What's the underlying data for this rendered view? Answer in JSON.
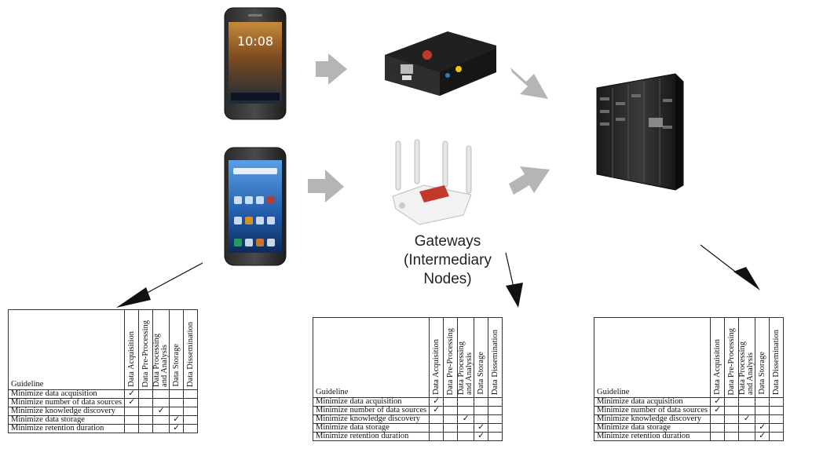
{
  "gateway_label": [
    "Gateways",
    "(Intermediary",
    "Nodes)"
  ],
  "check_mark": "✓",
  "tables": [
    {
      "id": "left",
      "corner": "Guideline",
      "columns": [
        "Data Acquisition",
        "Data Pre-Processing",
        "Data Processing\nand Analysis",
        "Data Storage",
        "Data Dissemination"
      ],
      "rows": [
        {
          "label": "Minimize data acquisition",
          "checks": [
            true,
            false,
            false,
            false,
            false
          ]
        },
        {
          "label": "Minimize number of data sources",
          "checks": [
            true,
            false,
            false,
            false,
            false
          ]
        },
        {
          "label": "Minimize knowledge discovery",
          "checks": [
            false,
            false,
            true,
            false,
            false
          ]
        },
        {
          "label": "Minimize data storage",
          "checks": [
            false,
            false,
            false,
            true,
            false
          ]
        },
        {
          "label": "Minimize retention duration",
          "checks": [
            false,
            false,
            false,
            true,
            false
          ]
        }
      ]
    },
    {
      "id": "middle",
      "corner": "Guideline",
      "columns": [
        "Data Acquisition",
        "Data Pre-Processing",
        "Data Processing\nand Analysis",
        "Data Storage",
        "Data Dissemination"
      ],
      "rows": [
        {
          "label": "Minimize data acquisition",
          "checks": [
            true,
            false,
            false,
            false,
            false
          ]
        },
        {
          "label": "Minimize number of data sources",
          "checks": [
            true,
            false,
            false,
            false,
            false
          ]
        },
        {
          "label": "Minimize knowledge discovery",
          "checks": [
            false,
            false,
            true,
            false,
            false
          ]
        },
        {
          "label": "Minimize data storage",
          "checks": [
            false,
            false,
            false,
            true,
            false
          ]
        },
        {
          "label": "Minimize retention duration",
          "checks": [
            false,
            false,
            false,
            true,
            false
          ]
        }
      ]
    },
    {
      "id": "right",
      "corner": "Guideline",
      "columns": [
        "Data Acquisition",
        "Data Pre-Processing",
        "Data Processing\nand Analysis",
        "Data Storage",
        "Data Dissemination"
      ],
      "rows": [
        {
          "label": "Minimize data acquisition",
          "checks": [
            true,
            false,
            false,
            false,
            false
          ]
        },
        {
          "label": "Minimize number of data sources",
          "checks": [
            true,
            false,
            false,
            false,
            false
          ]
        },
        {
          "label": "Minimize knowledge discovery",
          "checks": [
            false,
            false,
            true,
            false,
            false
          ]
        },
        {
          "label": "Minimize data storage",
          "checks": [
            false,
            false,
            false,
            true,
            false
          ]
        },
        {
          "label": "Minimize retention duration",
          "checks": [
            false,
            false,
            false,
            true,
            false
          ]
        }
      ]
    }
  ]
}
